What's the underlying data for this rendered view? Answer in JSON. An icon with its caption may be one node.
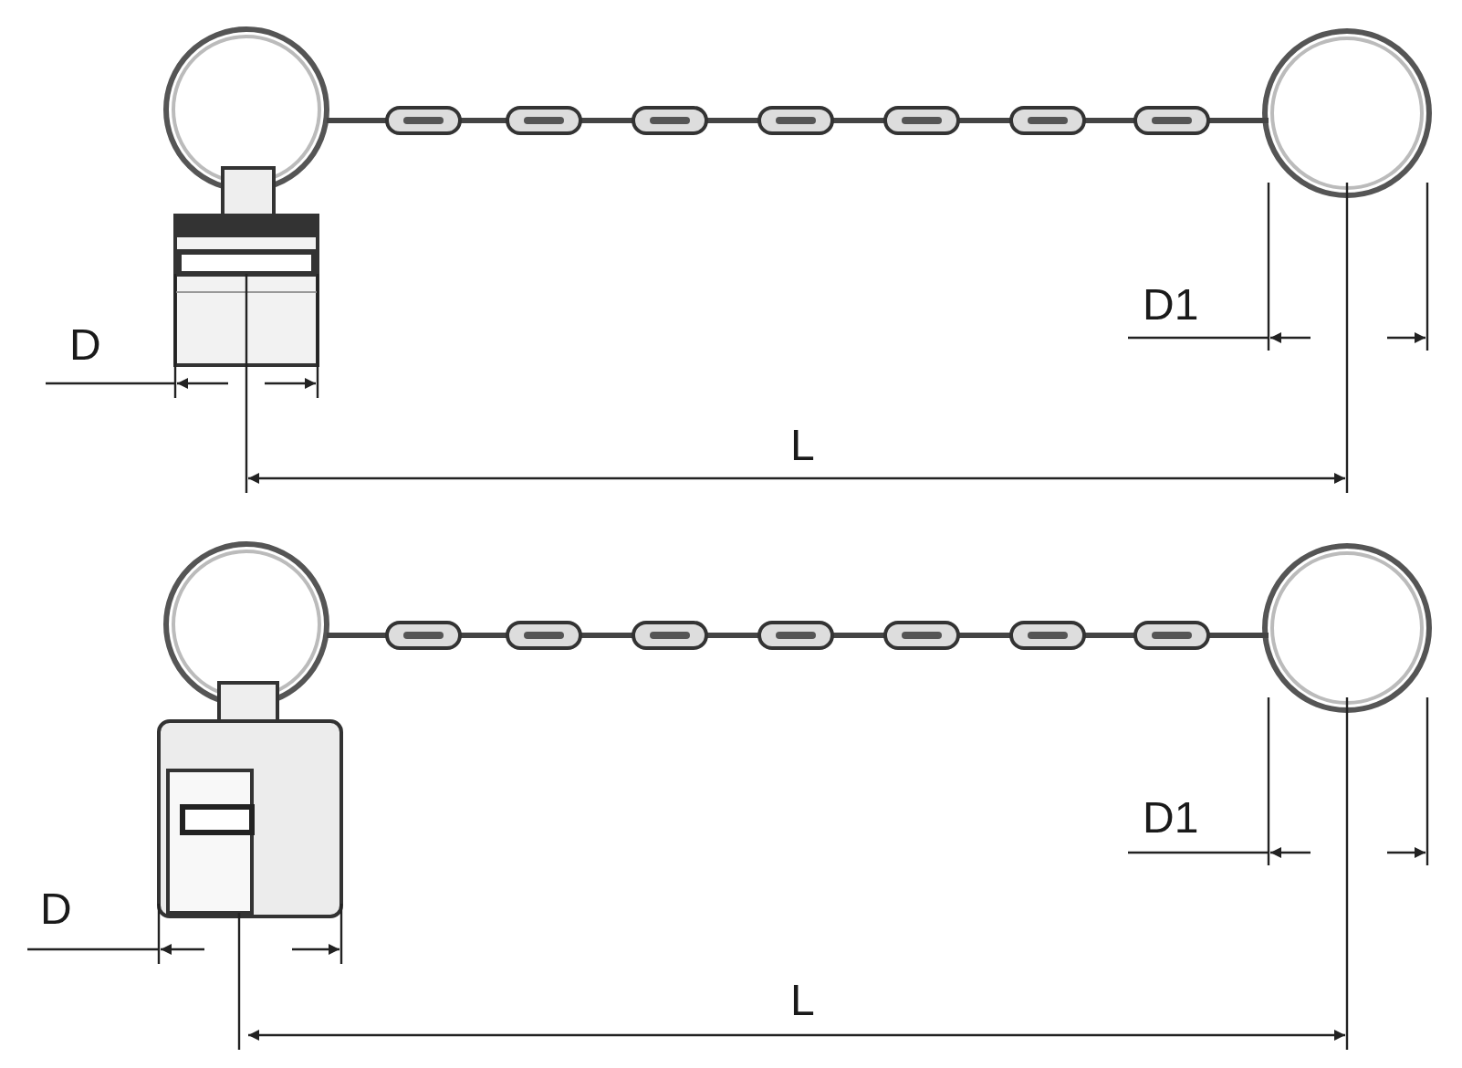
{
  "diagram": {
    "labels": [
      "D1",
      "D",
      "L",
      "D1",
      "D",
      "L"
    ]
  }
}
